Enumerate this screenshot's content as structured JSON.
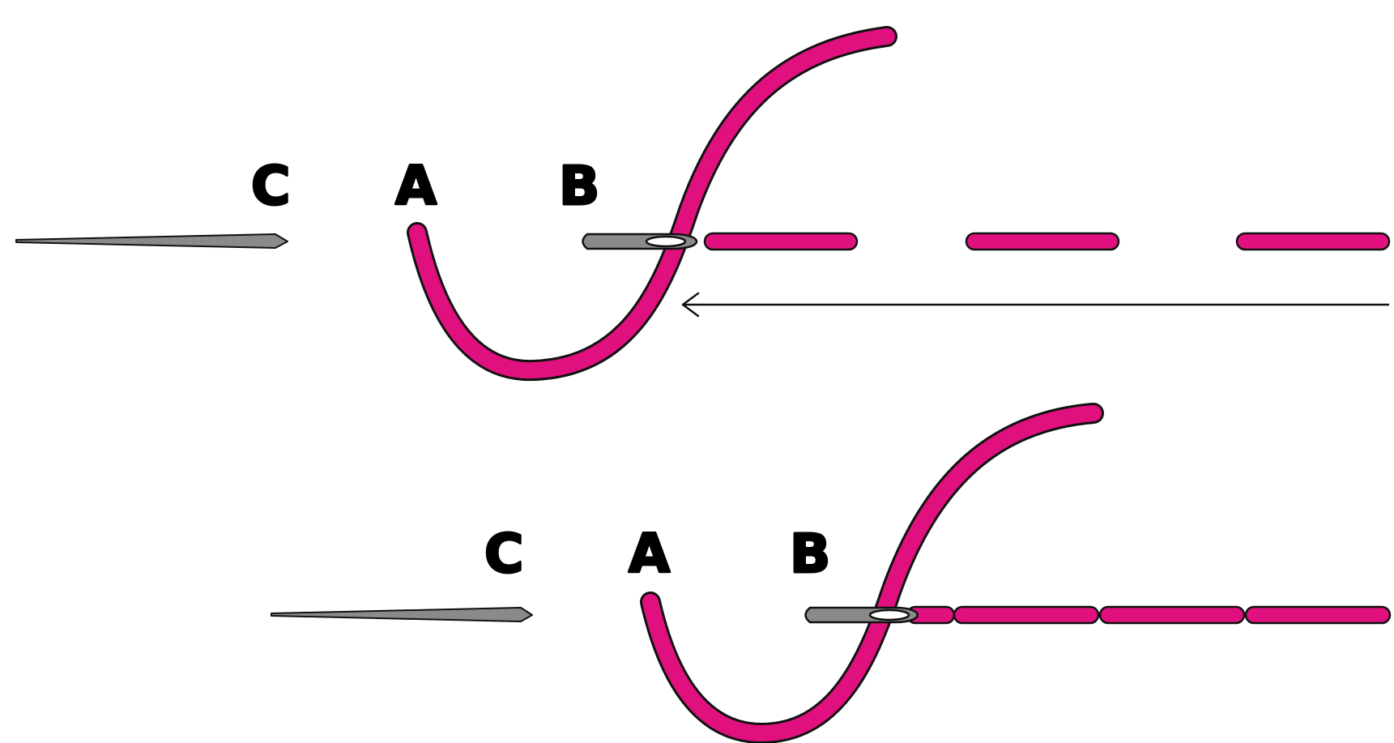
{
  "colors": {
    "thread": "#e0117f",
    "needle": "#8a8a8a",
    "outline": "#111111",
    "background": "#ffffff"
  },
  "panels": [
    {
      "id": "top",
      "labels": {
        "c": "C",
        "a": "A",
        "b": "B"
      },
      "stitch_style": "running-stitch-gaps",
      "shows_direction_arrow": true
    },
    {
      "id": "bottom",
      "labels": {
        "c": "C",
        "a": "A",
        "b": "B"
      },
      "stitch_style": "continuous-backstitch",
      "shows_direction_arrow": false
    }
  ]
}
